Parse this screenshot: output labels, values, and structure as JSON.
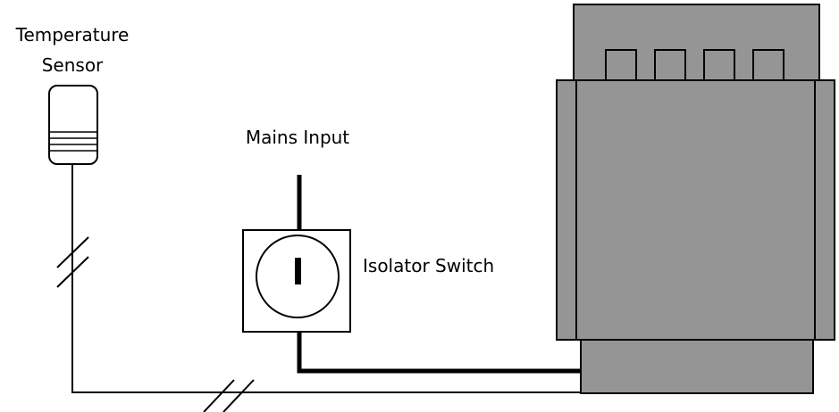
{
  "labels": {
    "temperature_sensor_line1": "Temperature",
    "temperature_sensor_line2": "Sensor",
    "mains_input": "Mains Input",
    "isolator_switch": "Isolator Switch"
  },
  "colors": {
    "background": "#ffffff",
    "stroke": "#000000",
    "unit_body": "#959595",
    "unit_dark": "#8a8a8a",
    "switch_face": "#ffffff"
  }
}
